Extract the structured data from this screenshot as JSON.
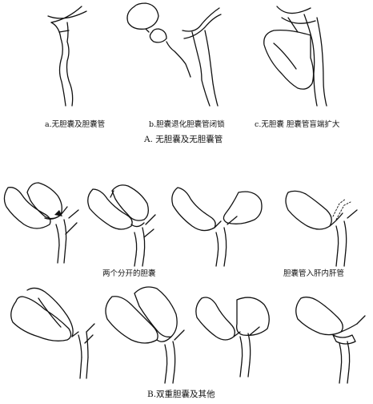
{
  "section_a": {
    "title": "A. 无胆囊及无胆囊管",
    "panels": [
      {
        "caption": "a.无胆囊及胆囊管"
      },
      {
        "caption": "b.胆囊退化胆囊管闭锁"
      },
      {
        "caption": "c.无胆囊 胆囊管盲端扩大"
      }
    ]
  },
  "section_b": {
    "title": "B.双重胆囊及其他",
    "row1_captions": [
      "两个分开的胆囊",
      "胆囊管入肝内肝管"
    ]
  }
}
